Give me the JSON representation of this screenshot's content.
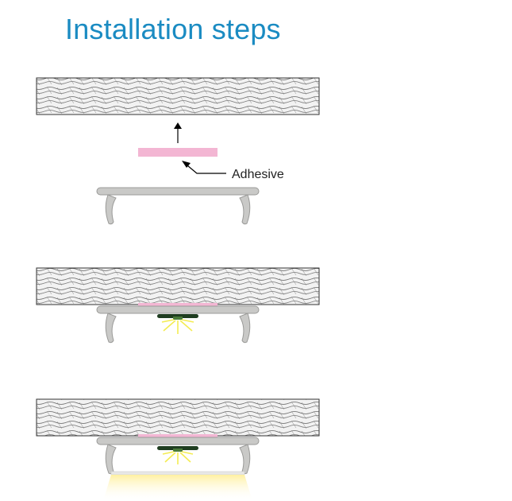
{
  "title": "Installation steps",
  "labels": {
    "adhesive": "Adhesive"
  },
  "colors": {
    "title": "#1a8bc2",
    "adhesive": "#f3b6d3",
    "profile_fill": "#c9c9c7",
    "profile_stroke": "#9a9a98",
    "led_strip": "#1f3d20",
    "light_rays": "#f4ec52",
    "diffuser_glow": "#fff3b0",
    "wood_grain": "#555555"
  },
  "icons": [
    "up-arrow-icon",
    "pointer-arrow-icon",
    "light-rays-icon"
  ],
  "steps": [
    {
      "name": "adhesive-applied"
    },
    {
      "name": "profile-mounted-with-led"
    },
    {
      "name": "diffuser-fitted-lit"
    }
  ]
}
